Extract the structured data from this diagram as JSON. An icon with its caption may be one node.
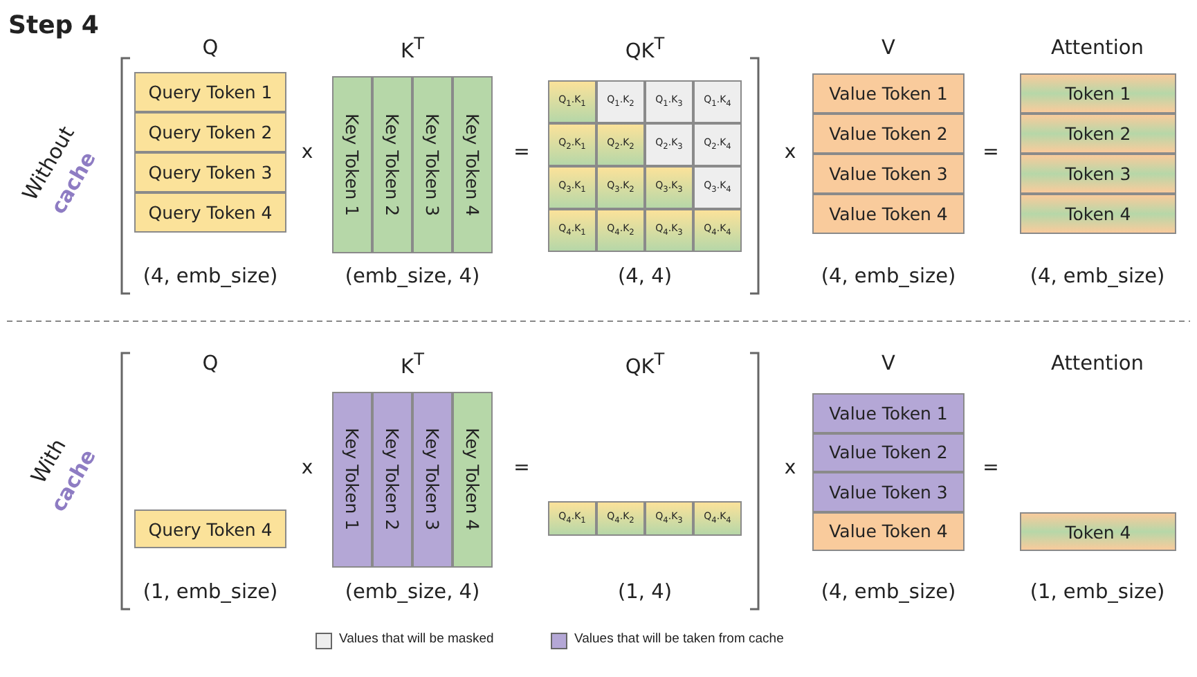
{
  "diagram": {
    "title": "Step 4",
    "nodes": [
      {
        "text": [
          "Query Token 1"
        ]
      },
      {
        "text": [
          "Query Token 2"
        ]
      },
      {
        "text": [
          "Query Token 3"
        ]
      },
      {
        "text": [
          "Query Token 4"
        ]
      },
      {
        "text": [
          "Key Token 1"
        ]
      },
      {
        "text": [
          "Key Token 2"
        ]
      },
      {
        "text": [
          "Key Token 3"
        ]
      },
      {
        "text": [
          "Key Token 4"
        ]
      },
      {
        "text": [
          "Q$_{1}$.K$_{1}$"
        ]
      },
      {
        "text": [
          "Q$_{1}$.K$_{2}$"
        ]
      },
      {
        "text": [
          "Q$_{1}$.K$_{3}$"
        ]
      },
      {
        "text": [
          "Q$_{1}$.K$_{4}$"
        ]
      },
      {
        "text": [
          "Q$_{2}$.K$_{1}$"
        ]
      },
      {
        "text": [
          "Q$_{2}$.K$_{2}$"
        ]
      },
      {
        "text": [
          "Q$_{2}$.K$_{3}$"
        ]
      },
      {
        "text": [
          "Q$_{2}$.K$_{4}$"
        ]
      },
      {
        "text": [
          "Q$_{3}$.K$_{1}$"
        ]
      },
      {
        "text": [
          "Q$_{3}$.K$_{2}$"
        ]
      },
      {
        "text": [
          "Q$_{3}$.K$_{3}$"
        ]
      },
      {
        "text": [
          "Q$_{3}$.K$_{4}$"
        ]
      },
      {
        "text": [
          "Q$_{4}$.K$_{1}$"
        ]
      },
      {
        "text": [
          "Q$_{4}$.K$_{2}$"
        ]
      },
      {
        "text": [
          "Q$_{4}$.K$_{3}$"
        ]
      },
      {
        "text": [
          "Q$_{4}$.K$_{4}$"
        ]
      },
      {
        "text": [
          "Value Token 1"
        ]
      },
      {
        "text": [
          "Value Token 2"
        ]
      },
      {
        "text": [
          "Value Token 3"
        ]
      },
      {
        "text": [
          "Value Token 4"
        ]
      },
      {
        "text": [
          "Token 1"
        ]
      },
      {
        "text": [
          "Token 2"
        ]
      },
      {
        "text": [
          "Token 3"
        ]
      },
      {
        "text": [
          "Token 4"
        ]
      },
      {
        "text": [
          "Query Token 4"
        ]
      },
      {
        "text": [
          "Key Token 1"
        ]
      },
      {
        "text": [
          "Key Token 2"
        ]
      },
      {
        "text": [
          "Key Token 3"
        ]
      },
      {
        "text": [
          "Key Token 4"
        ]
      },
      {
        "text": [
          "Q$_{4}$.K$_{1}$"
        ]
      },
      {
        "text": [
          "Q$_{4}$.K$_{2}$"
        ]
      },
      {
        "text": [
          "Q$_{4}$.K$_{3}$"
        ]
      },
      {
        "text": [
          "Q$_{4}$.K$_{4}$"
        ]
      },
      {
        "text": [
          "Value Token 1"
        ]
      },
      {
        "text": [
          "Value Token 2"
        ]
      },
      {
        "text": [
          "Value Token 3"
        ]
      },
      {
        "text": [
          "Value Token 4"
        ]
      },
      {
        "text": [
          "Token 4"
        ]
      }
    ],
    "labels": [
      "Without",
      "cache",
      "Q",
      "K$^{T}$",
      "QK$^{T}$",
      "V",
      "Attention",
      "x",
      "=",
      "x",
      "=",
      "(4, emb_size)",
      "(emb_size, 4)",
      "(4, 4)",
      "(4, emb_size)",
      "(4, emb_size)",
      "With",
      "cache",
      "Q",
      "K$^{T}$",
      "QK$^{T}$",
      "V",
      "Attention",
      "x",
      "=",
      "x",
      "=",
      "(1, emb_size)",
      "(emb_size, 4)",
      "(1, 4)",
      "(4, emb_size)",
      "(1, emb_size)"
    ],
    "legend": [
      {
        "text": "Values that will be masked",
        "color": "#eeeeee"
      },
      {
        "text": "Values that will be taken from cache",
        "color": "#b4a7d6"
      }
    ]
  }
}
